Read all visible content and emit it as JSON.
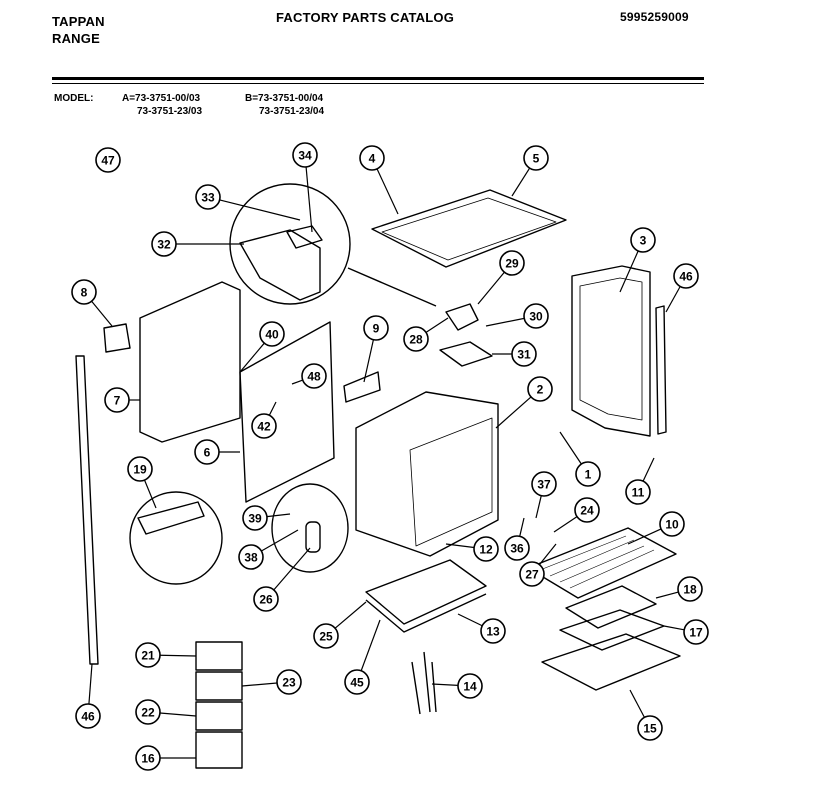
{
  "header": {
    "brand": "TAPPAN",
    "product": "RANGE",
    "title": "FACTORY PARTS CATALOG",
    "catalog_number": "5995259009"
  },
  "model": {
    "label": "MODEL:",
    "a_line1": "A=73-3751-00/03",
    "a_line2": "73-3751-23/03",
    "b_line1": "B=73-3751-00/04",
    "b_line2": "73-3751-23/04"
  },
  "callouts": [
    "47",
    "34",
    "4",
    "5",
    "33",
    "32",
    "3",
    "46",
    "8",
    "29",
    "40",
    "9",
    "30",
    "28",
    "31",
    "48",
    "7",
    "2",
    "42",
    "6",
    "1",
    "11",
    "19",
    "37",
    "24",
    "39",
    "10",
    "36",
    "12",
    "38",
    "27",
    "18",
    "26",
    "13",
    "25",
    "17",
    "21",
    "23",
    "45",
    "14",
    "46",
    "22",
    "15",
    "16"
  ]
}
